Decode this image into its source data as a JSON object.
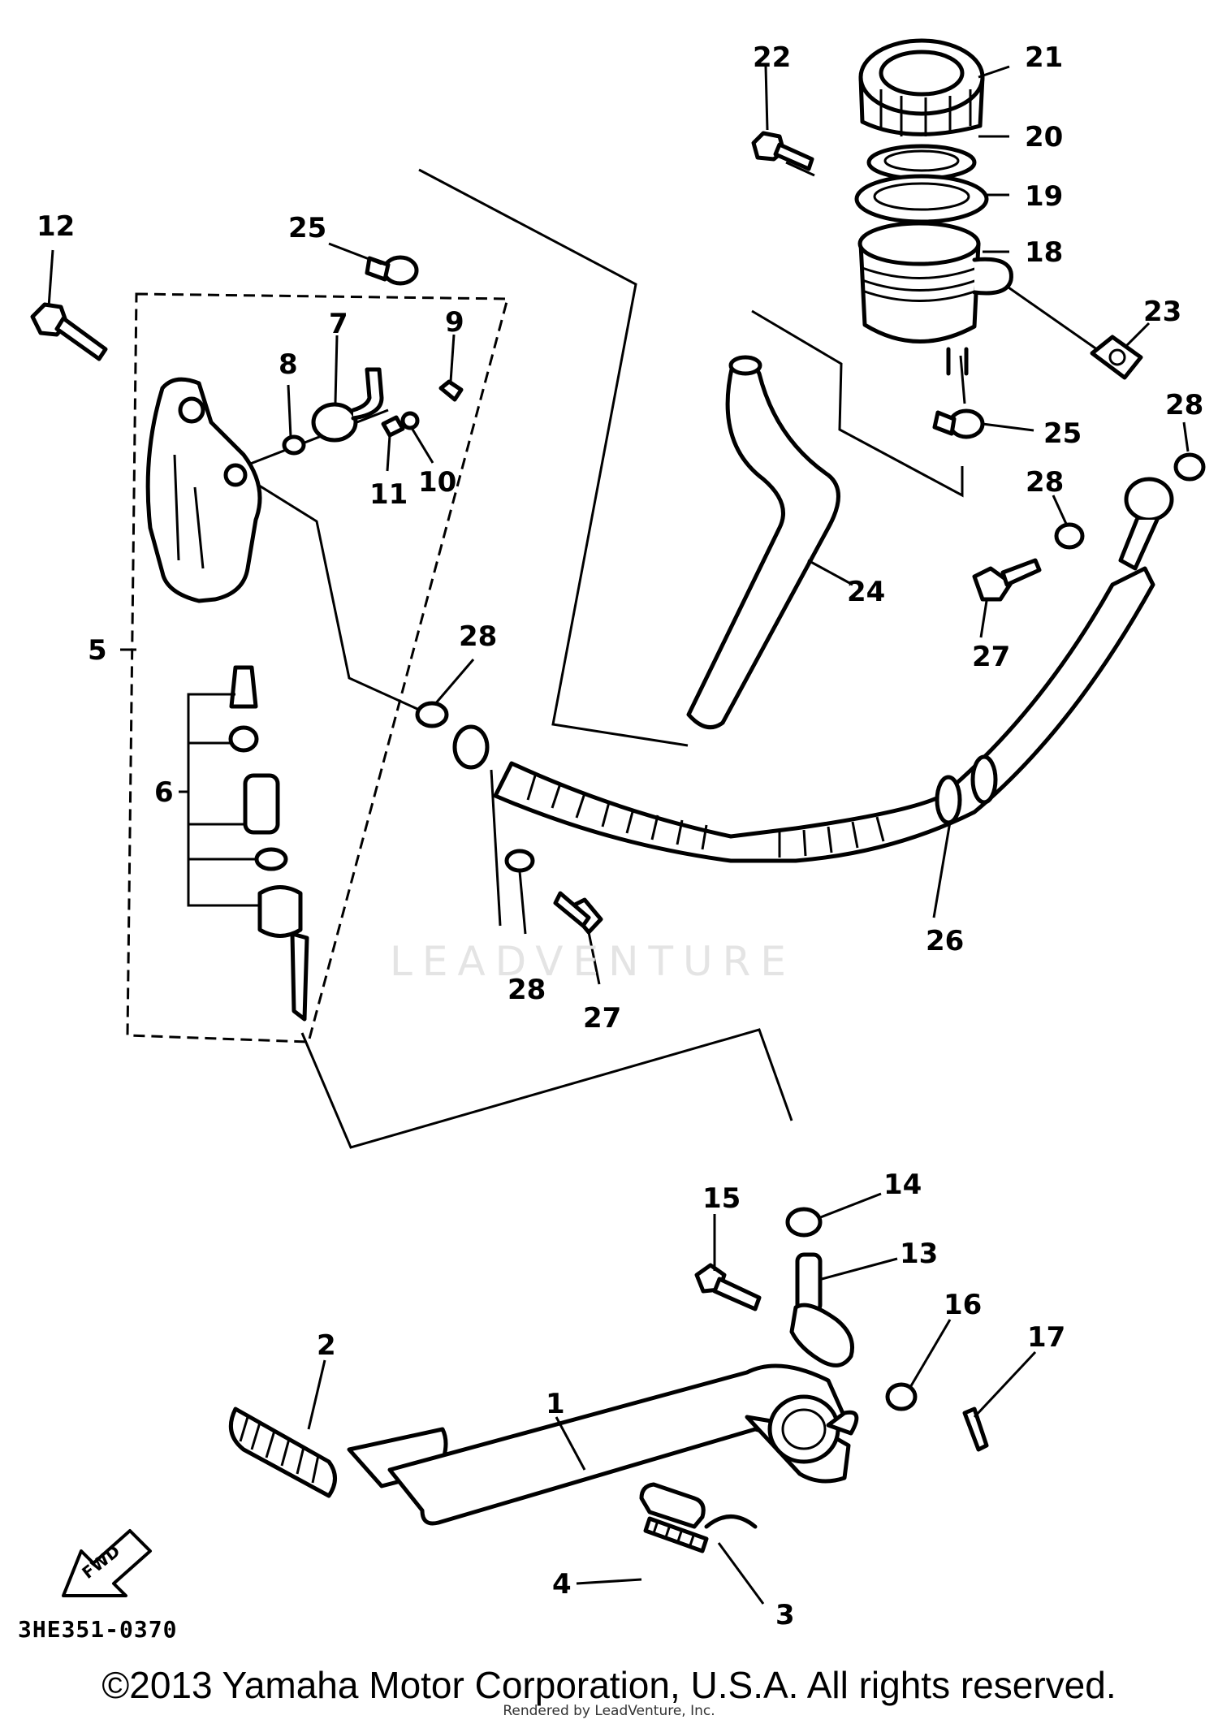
{
  "diagram": {
    "diagram_code": "3HE351-0370",
    "forward_arrow_label": "FWD",
    "watermark_text": "LEADVENTURE",
    "callouts": [
      {
        "id": "1",
        "label": "1"
      },
      {
        "id": "2",
        "label": "2"
      },
      {
        "id": "3",
        "label": "3"
      },
      {
        "id": "4",
        "label": "4"
      },
      {
        "id": "5",
        "label": "5"
      },
      {
        "id": "6",
        "label": "6"
      },
      {
        "id": "7",
        "label": "7"
      },
      {
        "id": "8",
        "label": "8"
      },
      {
        "id": "9",
        "label": "9"
      },
      {
        "id": "10",
        "label": "10"
      },
      {
        "id": "11",
        "label": "11"
      },
      {
        "id": "12",
        "label": "12"
      },
      {
        "id": "13",
        "label": "13"
      },
      {
        "id": "14",
        "label": "14"
      },
      {
        "id": "15",
        "label": "15"
      },
      {
        "id": "16",
        "label": "16"
      },
      {
        "id": "17",
        "label": "17"
      },
      {
        "id": "18",
        "label": "18"
      },
      {
        "id": "19",
        "label": "19"
      },
      {
        "id": "20",
        "label": "20"
      },
      {
        "id": "21",
        "label": "21"
      },
      {
        "id": "22",
        "label": "22"
      },
      {
        "id": "23",
        "label": "23"
      },
      {
        "id": "24",
        "label": "24"
      },
      {
        "id": "25a",
        "label": "25"
      },
      {
        "id": "25b",
        "label": "25"
      },
      {
        "id": "26",
        "label": "26"
      },
      {
        "id": "27a",
        "label": "27"
      },
      {
        "id": "27b",
        "label": "27"
      },
      {
        "id": "28a",
        "label": "28"
      },
      {
        "id": "28b",
        "label": "28"
      },
      {
        "id": "28c",
        "label": "28"
      },
      {
        "id": "28d",
        "label": "28"
      }
    ]
  },
  "footer": {
    "copyright": "©2013 Yamaha Motor Corporation, U.S.A. All rights reserved.",
    "rendered_by": "Rendered by LeadVenture, Inc."
  }
}
